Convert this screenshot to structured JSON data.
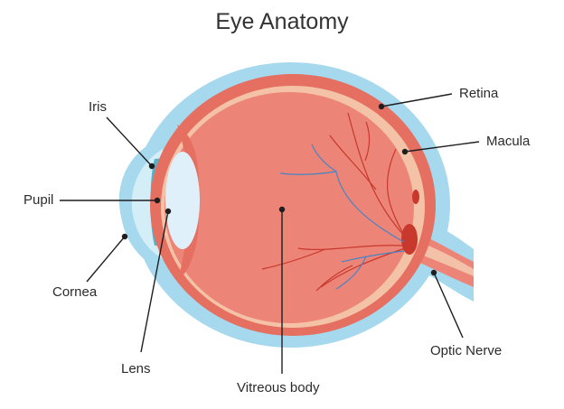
{
  "title": "Eye Anatomy",
  "colors": {
    "sclera_outer": "#A6D8EE",
    "choroid": "#E56F60",
    "vitreous": "#EC8577",
    "lens": "#DFF0FA",
    "iris": "#52B4C9",
    "vessel_red": "#C8382C",
    "vessel_blue": "#4A83C4",
    "line": "#1F1F1F"
  },
  "labels": {
    "retina": "Retina",
    "macula": "Macula",
    "iris": "Iris",
    "pupil": "Pupil",
    "cornea": "Cornea",
    "lens": "Lens",
    "vitreous_body": "Vitreous body",
    "optic_nerve": "Optic Nerve"
  }
}
